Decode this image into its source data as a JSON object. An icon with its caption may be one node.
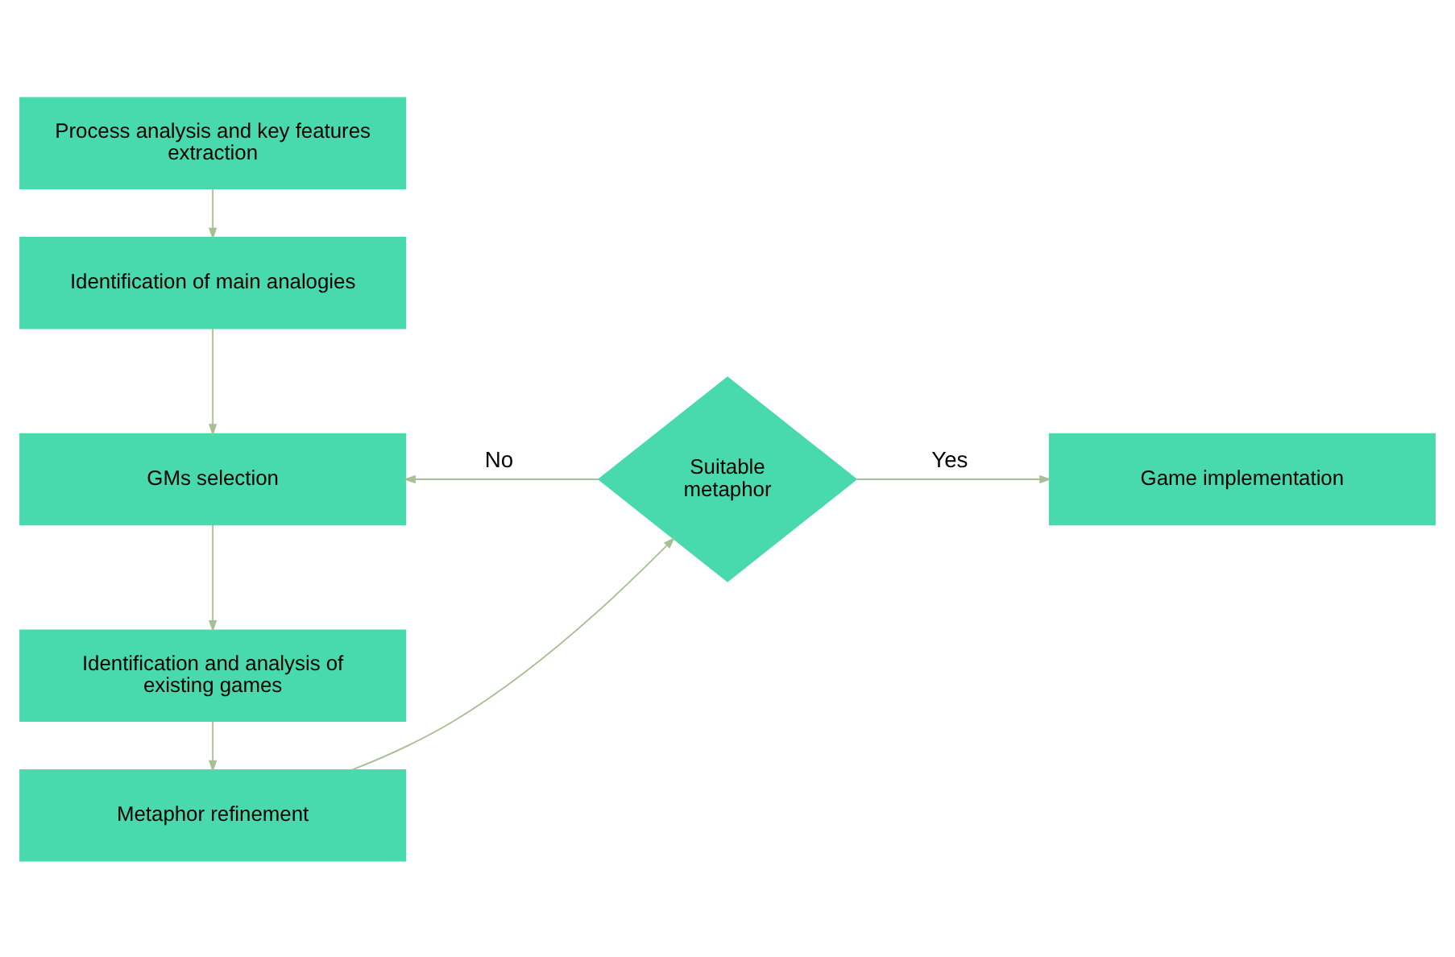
{
  "diagram": {
    "nodes": [
      {
        "text": [
          "Process analysis and key features extraction"
        ]
      },
      {
        "text": [
          "Identification of main analogies"
        ]
      },
      {
        "text": [
          "GMs selection"
        ]
      },
      {
        "text": [
          "Identification and analysis of existing games"
        ]
      },
      {
        "text": [
          "Metaphor refinement"
        ]
      },
      {
        "text": [
          "Suitable metaphor"
        ]
      },
      {
        "text": [
          "Game implementation"
        ]
      }
    ],
    "edges": [
      {
        "from": 0,
        "to": 1,
        "arrow": "to"
      },
      {
        "from": 1,
        "to": 2,
        "arrow": "to"
      },
      {
        "from": 2,
        "to": 3,
        "arrow": "to"
      },
      {
        "from": 3,
        "to": 4,
        "arrow": "to"
      },
      {
        "from": 4,
        "to": 5,
        "arrow": "to"
      },
      {
        "from": 5,
        "to": 2,
        "arrow": "to",
        "label": "No"
      },
      {
        "from": 5,
        "to": 6,
        "arrow": "to",
        "label": "Yes"
      }
    ]
  }
}
